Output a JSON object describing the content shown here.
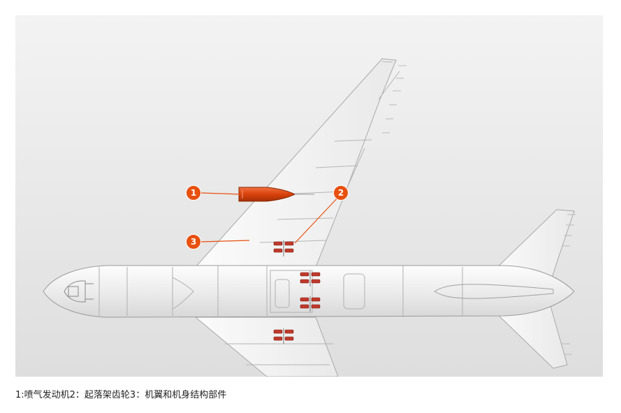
{
  "figure": {
    "callouts": [
      "1",
      "2",
      "3"
    ],
    "caption": "1:喷气发动机2：起落架齿轮3：机翼和机身结构部件"
  },
  "colors": {
    "accent": "#e8500f",
    "engine": "#d9420c",
    "gear": "#c0392b",
    "background": "#e6e6e6"
  }
}
